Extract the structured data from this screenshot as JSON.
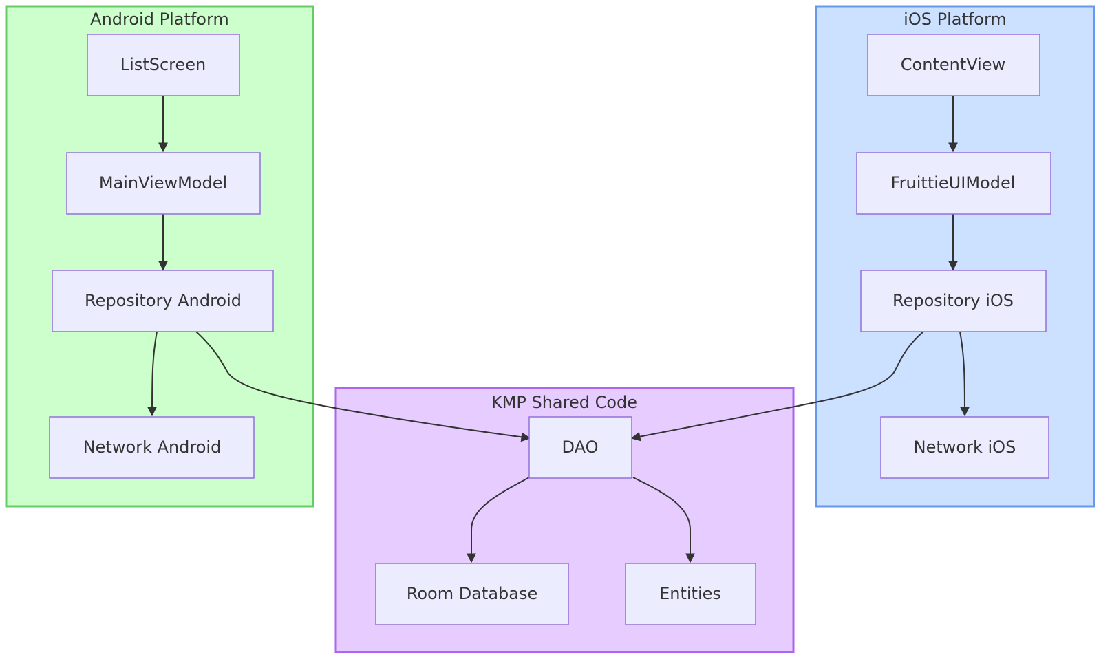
{
  "colors": {
    "android_fill": "#ccffcc",
    "android_stroke": "#66cc66",
    "ios_fill": "#cce0ff",
    "ios_stroke": "#6699ee",
    "kmp_fill": "#e6ccff",
    "kmp_stroke": "#aa66ee",
    "node_fill": "#ececff",
    "node_stroke": "#9370db",
    "edge": "#333333"
  },
  "groups": {
    "android": {
      "label": "Android Platform"
    },
    "ios": {
      "label": "iOS Platform"
    },
    "kmp": {
      "label": "KMP Shared Code"
    }
  },
  "nodes": {
    "list_screen": "ListScreen",
    "main_view_model": "MainViewModel",
    "repository_android": "Repository Android",
    "network_android": "Network Android",
    "content_view": "ContentView",
    "fruittie_ui_model": "FruittieUIModel",
    "repository_ios": "Repository iOS",
    "network_ios": "Network iOS",
    "dao": "DAO",
    "room_database": "Room Database",
    "entities": "Entities"
  },
  "edges": [
    {
      "from": "list_screen",
      "to": "main_view_model"
    },
    {
      "from": "main_view_model",
      "to": "repository_android"
    },
    {
      "from": "repository_android",
      "to": "network_android"
    },
    {
      "from": "repository_android",
      "to": "dao"
    },
    {
      "from": "content_view",
      "to": "fruittie_ui_model"
    },
    {
      "from": "fruittie_ui_model",
      "to": "repository_ios"
    },
    {
      "from": "repository_ios",
      "to": "network_ios"
    },
    {
      "from": "repository_ios",
      "to": "dao"
    },
    {
      "from": "dao",
      "to": "room_database"
    },
    {
      "from": "dao",
      "to": "entities"
    }
  ]
}
